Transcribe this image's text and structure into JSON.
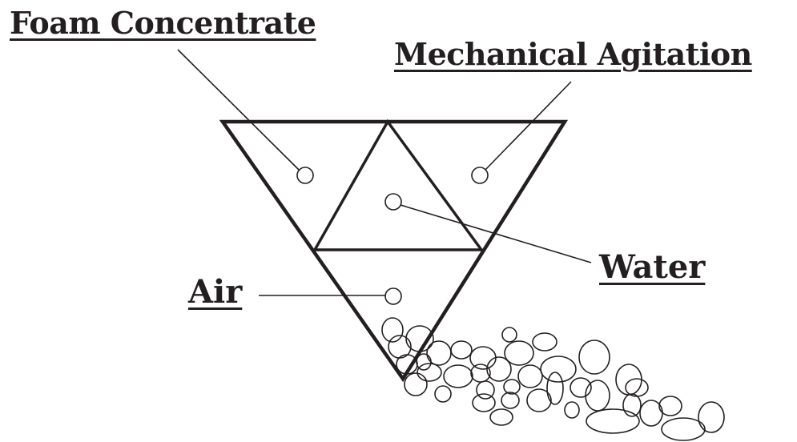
{
  "labels": {
    "foam_concentrate": "Foam Concentrate",
    "mechanical_agitation": "Mechanical Agitation",
    "water": "Water",
    "air": "Air"
  },
  "colors": {
    "ink": "#231f20",
    "background": "#ffffff"
  }
}
